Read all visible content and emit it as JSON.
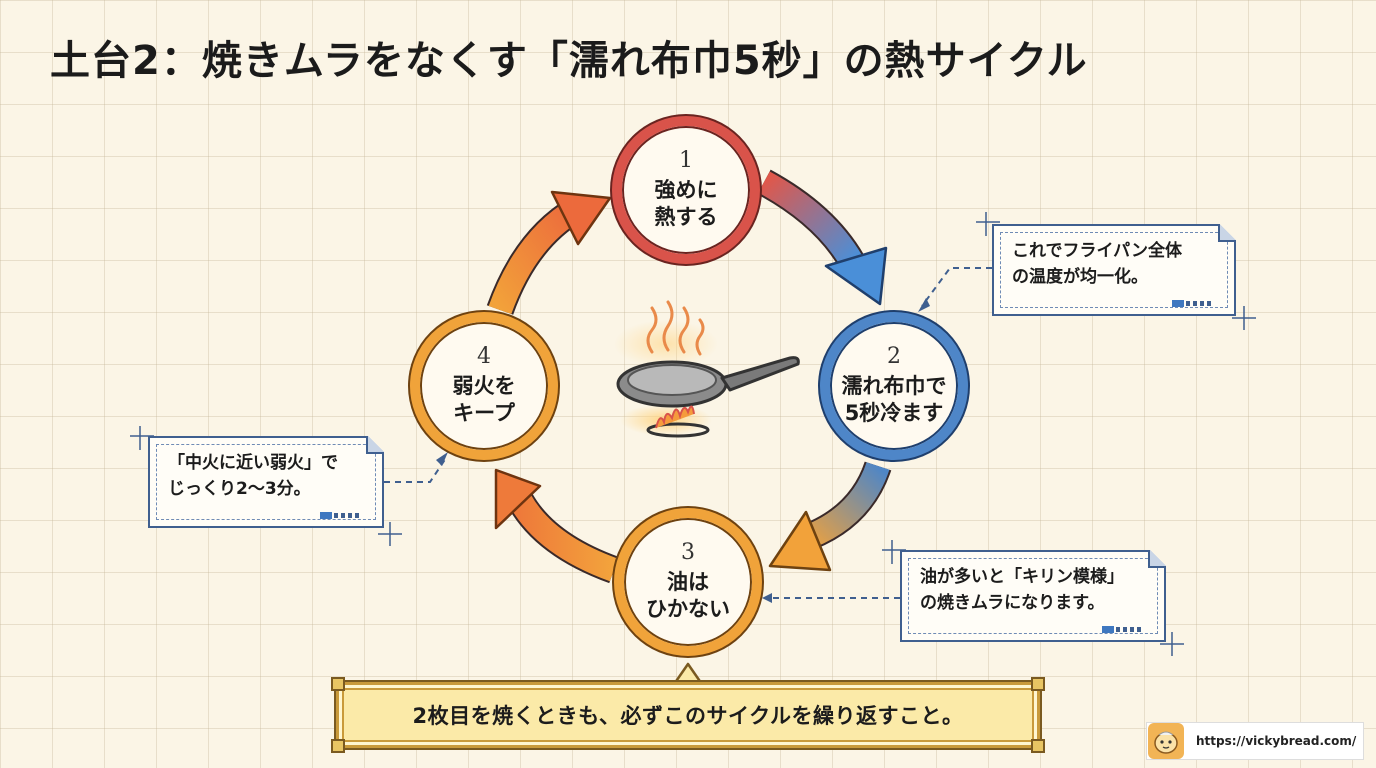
{
  "title": "土台2：焼きムラをなくす「濡れ布巾5秒」の熱サイクル",
  "cycle": [
    {
      "num": "1",
      "line1": "強めに",
      "line2": "熱する",
      "color": "#d9534a"
    },
    {
      "num": "2",
      "line1": "濡れ布巾で",
      "line2": "5秒冷ます",
      "color": "#4e86c8"
    },
    {
      "num": "3",
      "line1": "油は",
      "line2": "ひかない",
      "color": "#f0a33a"
    },
    {
      "num": "4",
      "line1": "弱火を",
      "line2": "キープ",
      "color": "#f0a33a"
    }
  ],
  "notes": {
    "after_step2": {
      "line1": "これでフライパン全体",
      "line2": "の温度が均一化。"
    },
    "step4": {
      "line1": "「中火に近い弱火」で",
      "line2": "じっくり2〜3分。"
    },
    "step3": {
      "line1": "油が多いと「キリン模様」",
      "line2": "の焼きムラになります。"
    }
  },
  "banner": "2枚目を焼くときも、必ずこのサイクルを繰り返すこと。",
  "center_icon": "frying-pan-on-flame-icon",
  "credit": {
    "url": "https://vickybread.com/",
    "logo_icon": "bread-mascot-logo-icon"
  }
}
